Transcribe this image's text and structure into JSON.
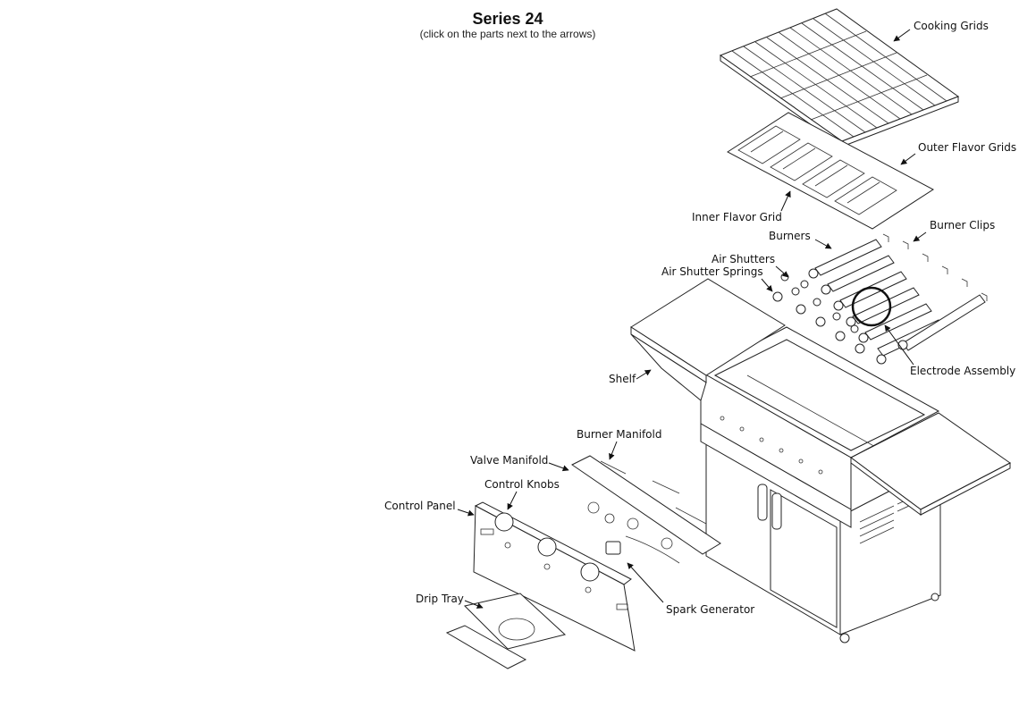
{
  "title": "Series 24",
  "subtitle": "(click on the parts next to the arrows)",
  "labels": {
    "cooking_grids": "Cooking Grids",
    "outer_flavor_grids": "Outer Flavor Grids",
    "inner_flavor_grid": "Inner Flavor Grid",
    "burners": "Burners",
    "burner_clips": "Burner Clips",
    "air_shutters": "Air Shutters",
    "air_shutter_springs": "Air Shutter Springs",
    "electrode_assembly": "Electrode Assembly",
    "shelf": "Shelf",
    "burner_manifold": "Burner Manifold",
    "valve_manifold": "Valve Manifold",
    "control_knobs": "Control Knobs",
    "control_panel": "Control Panel",
    "drip_tray": "Drip Tray",
    "spark_generator": "Spark Generator"
  }
}
